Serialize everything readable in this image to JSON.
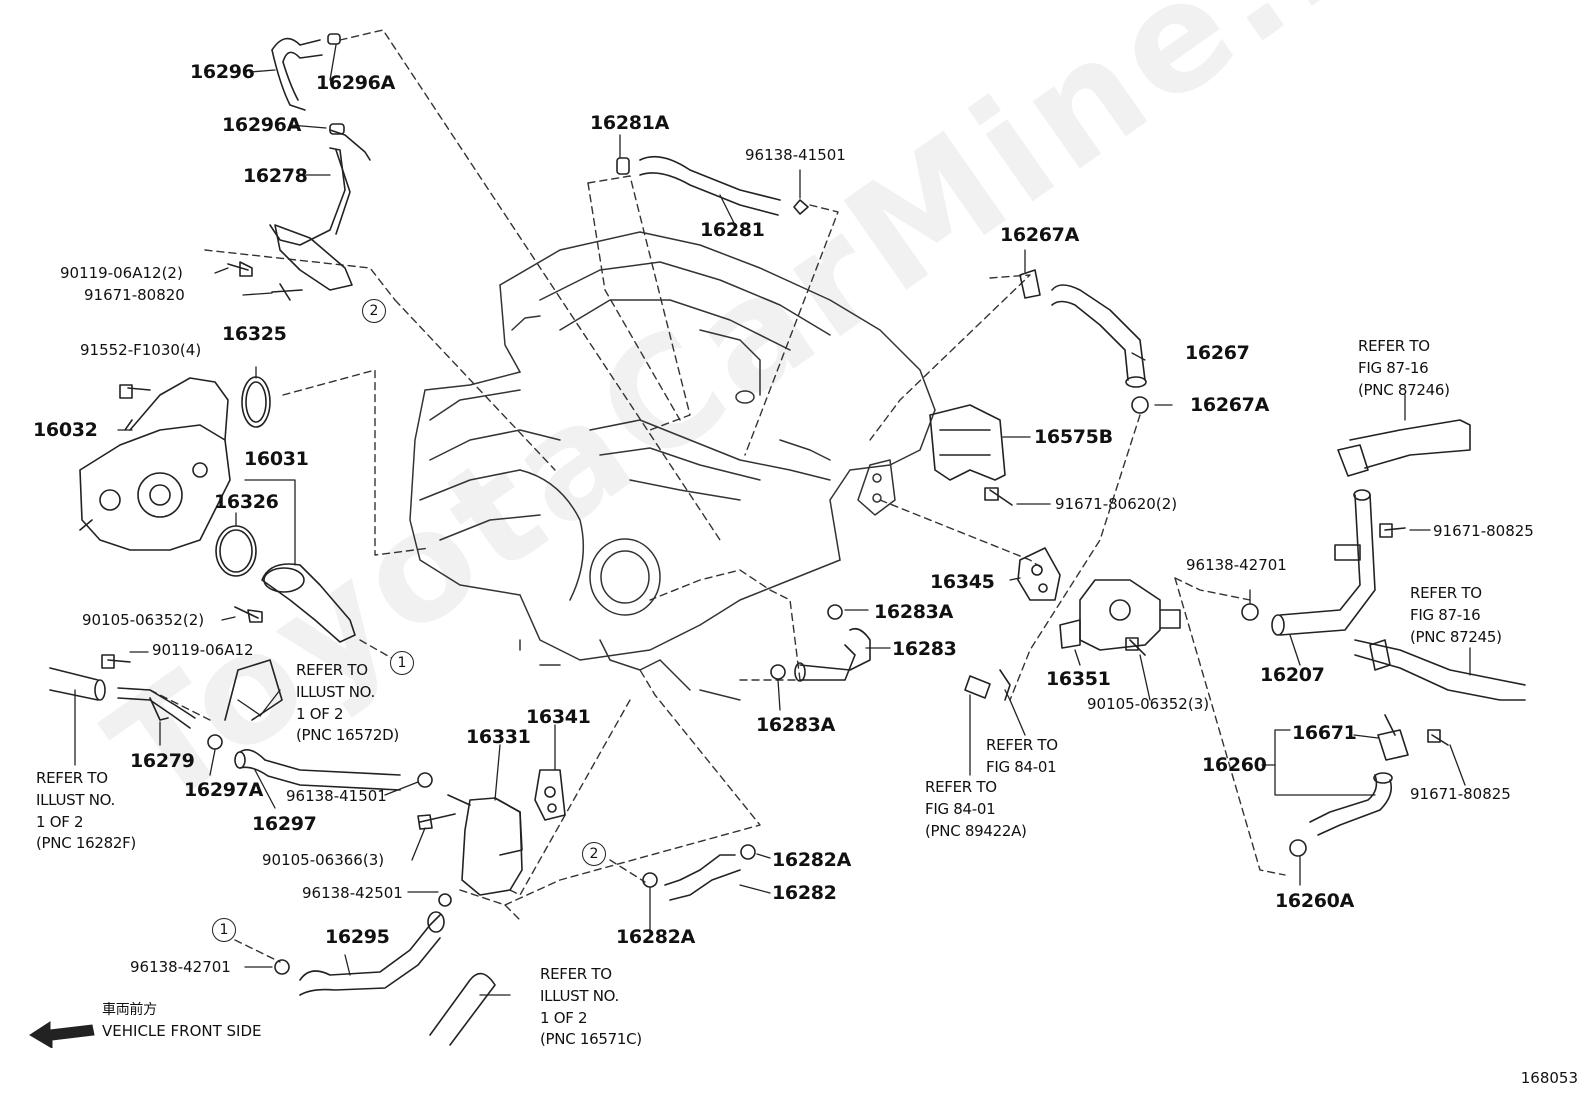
{
  "watermark": "ToyotaCarMine.ru",
  "figure_number": "168053",
  "orientation": {
    "japanese": "車両前方",
    "text": "VEHICLE FRONT SIDE"
  },
  "callouts": {
    "c1a": "1",
    "c1b": "1",
    "c2a": "2",
    "c2b": "2"
  },
  "parts": {
    "p16296": "16296",
    "p16296A_top": "16296A",
    "p16296A_mid": "16296A",
    "p16278": "16278",
    "p90119_06A12_2": "90119-06A12(2)",
    "p91671_80820": "91671-80820",
    "p91552": "91552-F1030(4)",
    "p16325": "16325",
    "p16032": "16032",
    "p16031": "16031",
    "p16326": "16326",
    "p90105_06352_2": "90105-06352(2)",
    "p90119_06A12": "90119-06A12",
    "p16279": "16279",
    "p16297A": "16297A",
    "p16297": "16297",
    "p96138_41501_low": "96138-41501",
    "p90105_06366": "90105-06366(3)",
    "p96138_42501": "96138-42501",
    "p16295": "16295",
    "p96138_42701_low": "96138-42701",
    "p16331": "16331",
    "p16341": "16341",
    "p16281A": "16281A",
    "p96138_41501_top": "96138-41501",
    "p16281": "16281",
    "p16267A_top": "16267A",
    "p16267": "16267",
    "p16267A_mid": "16267A",
    "p16575B": "16575B",
    "p91671_80620": "91671-80620(2)",
    "p16345": "16345",
    "p16283A_top": "16283A",
    "p16283": "16283",
    "p16283A_low": "16283A",
    "p16351": "16351",
    "p90105_06352_3": "90105-06352(3)",
    "p96138_42701_right": "96138-42701",
    "p16207": "16207",
    "p91671_80825_a": "91671-80825",
    "p16671": "16671",
    "p16260": "16260",
    "p91671_80825_b": "91671-80825",
    "p16260A": "16260A",
    "p16282A_right": "16282A",
    "p16282": "16282",
    "p16282A_low": "16282A"
  },
  "refs": {
    "ref_16572D": [
      "REFER TO",
      "ILLUST NO.",
      "1 OF 2",
      "(PNC 16572D)"
    ],
    "ref_16282F": [
      "REFER TO",
      "ILLUST NO.",
      "1 OF 2",
      "(PNC 16282F)"
    ],
    "ref_16571C": [
      "REFER TO",
      "ILLUST NO.",
      "1 OF 2",
      "(PNC 16571C)"
    ],
    "ref_87246": [
      "REFER TO",
      "FIG 87-16",
      "(PNC 87246)"
    ],
    "ref_87245": [
      "REFER TO",
      "FIG 87-16",
      "(PNC 87245)"
    ],
    "ref_84_01": [
      "REFER TO",
      "FIG 84-01"
    ],
    "ref_89422A": [
      "REFER TO",
      "FIG 84-01",
      "(PNC 89422A)"
    ]
  }
}
